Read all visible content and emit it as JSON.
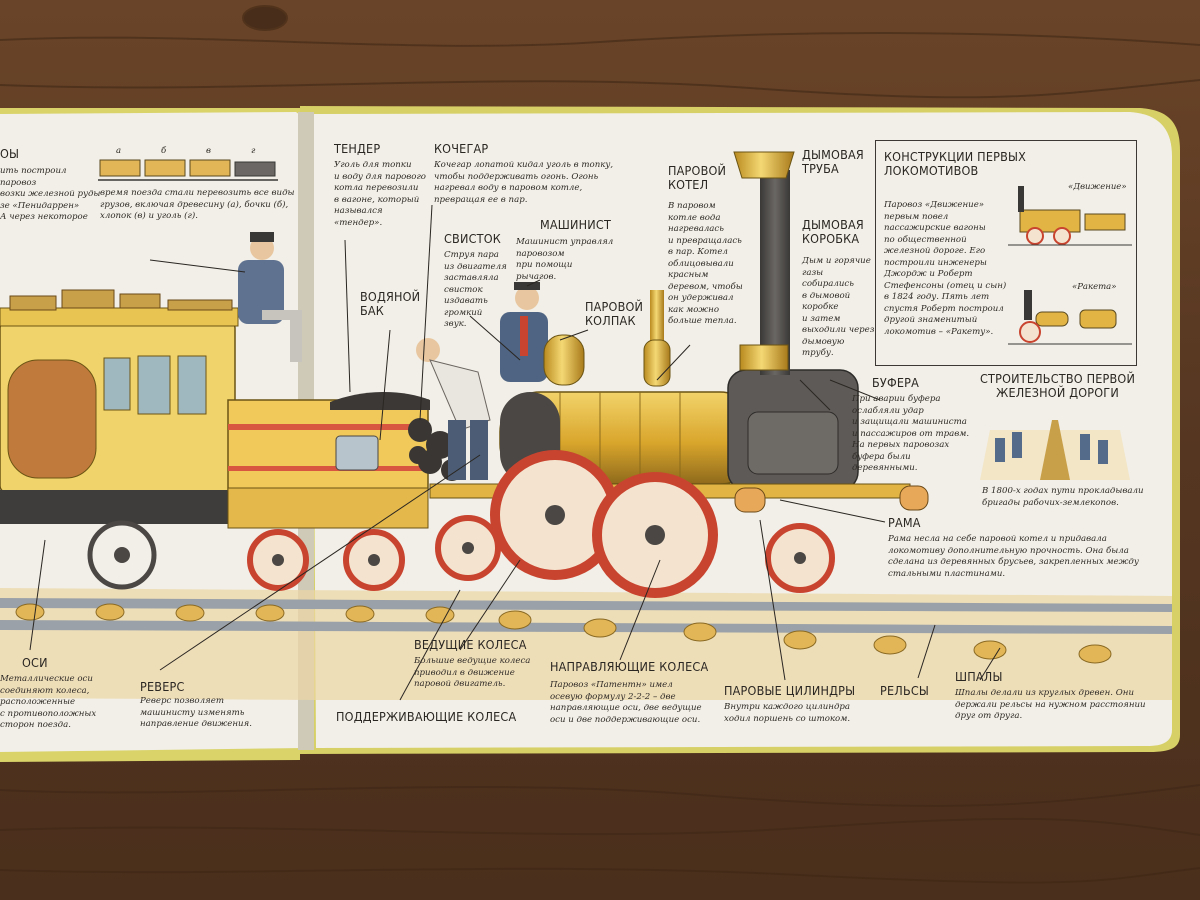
{
  "left_page": {
    "top_title": "ОЫ",
    "top_text": "ить построил\n паровоз\nвозки железной руды\nзе «Пенидаррен»\nА через некоторое",
    "wagon_letters": [
      "а",
      "б",
      "в",
      "г"
    ],
    "wagons_text": "время поезда стали перевозить все виды\nгрузов, включая древесину (а), бочки (б),\nхлопок (в) и уголь (г).",
    "axles_title": "ОСИ",
    "axles_text": "Металлические оси\nсоединяют колеса,\nрасположенные\nс противоположных\nсторон поезда.",
    "reverse_title": "РЕВЕРС",
    "reverse_text": "Реверс позволяет\nмашинисту изменять\nнаправление движения."
  },
  "labels": {
    "tender_title": "ТЕНДЕР",
    "tender_text": "Уголь для топки\nи воду для парового\nкотла перевозили\nв вагоне, который\nназывался\n«тендер».",
    "stoker_title": "КОЧЕГАР",
    "stoker_text": "Кочегар лопатой кидал уголь в топку,\nчтобы поддерживать огонь. Огонь\nнагревал воду в паровом котле,\nпревращая ее в пар.",
    "whistle_title": "СВИСТОК",
    "whistle_text": "Струя пара\nиз двигателя\nзаставляла\nсвисток\nиздавать\nгромкий\nзвук.",
    "driver_title": "МАШИНИСТ",
    "driver_text": "Машинист управлял\nпаровозом\nпри помощи\nрычагов.",
    "water_tank_title": "ВОДЯНОЙ\nБАК",
    "steam_dome_title": "ПАРОВОЙ\nКОЛПАК",
    "boiler_title": "ПАРОВОЙ\nКОТЕЛ",
    "boiler_text": "В паровом\nкотле вода\nнагревалась\nи превращалась\nв пар. Котел\nоблицовывали\nкрасным\nдеревом, чтобы\nон удерживал\nкак можно\nбольше тепла.",
    "chimney_title": "ДЫМОВАЯ\nТРУБА",
    "smokebox_title": "ДЫМОВАЯ\nКОРОБКА",
    "smokebox_text": "Дым и горячие\nгазы\nсобирались\nв дымовой\nкоробке\nи затем\nвыходили через\nдымовую\nтрубу.",
    "buffers_title": "БУФЕРА",
    "buffers_text": "При аварии буфера\nослабляли удар\nи защищали машиниста\nи пассажиров от травм.\nНа первых паровозах\nбуфера были\nдеревянными.",
    "frame_title": "РАМА",
    "frame_text": "Рама несла на себе паровой котел и придавала\nлокомотиву дополнительную прочность. Она была\nсделана из деревянных брусьев, закрепленных между\nстальными пластинами.",
    "driving_wheels_title": "ВЕДУЩИЕ КОЛЕСА",
    "driving_wheels_text": "Большие ведущие колеса\nприводил в движение\nпаровой двигатель.",
    "leading_wheels_title": "НАПРАВЛЯЮЩИЕ КОЛЕСА",
    "leading_wheels_text": "Паровоз «Патентн» имел\nосевую формулу 2-2-2 – две\nнаправляющие оси, две ведущие\nоси и две поддерживающие оси.",
    "trailing_wheels_title": "ПОДДЕРЖИВАЮЩИЕ КОЛЕСА",
    "cylinders_title": "ПАРОВЫЕ ЦИЛИНДРЫ",
    "cylinders_text": "Внутри каждого цилиндра\nходил поршень со штоком.",
    "rails_title": "РЕЛЬСЫ",
    "sleepers_title": "ШПАЛЫ",
    "sleepers_text": "Шпалы делали из круглых древен. Они\nдержали рельсы на нужном расстоянии\nдруг от друга."
  },
  "sidebar": {
    "title": "КОНСТРУКЦИИ ПЕРВЫХ\nЛОКОМОТИВОВ",
    "loco1_caption": "«Движение»",
    "loco2_caption": "«Ракета»",
    "text": "Паровоз «Движение»\nпервым повел\nпассажирские вагоны\nпо общественной\nжелезной дороге. Его\nпостроили инженеры\nДжордж и Роберт\nСтефенсоны (отец и сын)\nв 1824 году. Пять лет\nспустя Роберт построил\nдругой знаменитый\nлокомотив – «Ракету».",
    "construction_title": "СТРОИТЕЛЬСТВО ПЕРВОЙ\nЖЕЛЕЗНОЙ ДОРОГИ",
    "construction_text": "В 1800-х годах пути прокладывали\nбригады рабочих-землекопов."
  },
  "colors": {
    "wood": "#5a3a22",
    "page": "#f1efe7",
    "cover_edge": "#d9d36a",
    "locomotive_yellow": "#e0b63a",
    "carriage_yellow": "#f0d36a",
    "wheel_red": "#c9442f",
    "boiler_dark": "#4a4744"
  }
}
